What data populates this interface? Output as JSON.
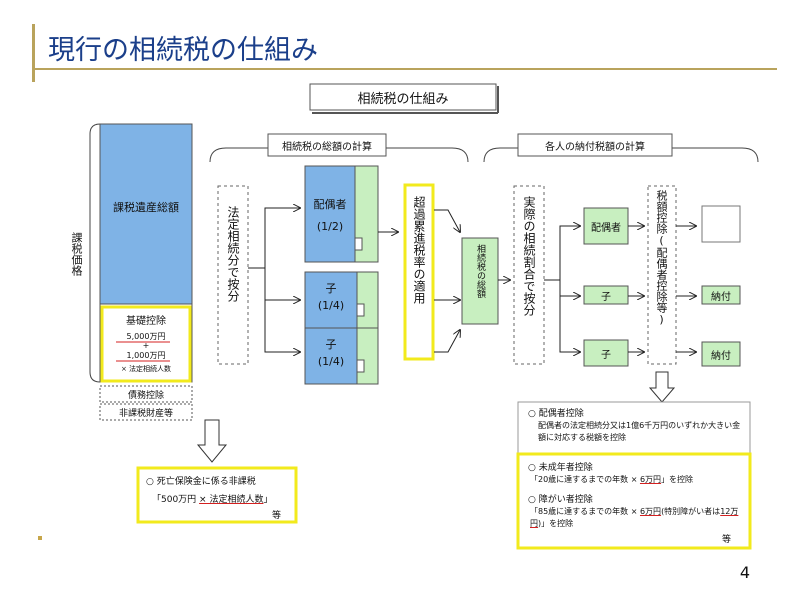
{
  "slide": {
    "title": "現行の相続税の仕組み",
    "page_number": "4"
  },
  "diagram": {
    "heading": "相続税の仕組み",
    "section_total": "相続税の総額の計算",
    "section_individual": "各人の納付税額の計算",
    "taxable_price": "課税価格",
    "taxable_estate": "課税遺産総額",
    "basic_deduction": {
      "title": "基礎控除",
      "amount1": "5,000万円",
      "plus": "+",
      "amount2": "1,000万円",
      "multiplier": "× 法定相続人数"
    },
    "debt_deduction": "債務控除",
    "nontaxable_property": "非課税財産等",
    "legal_share_division": "法定相続分で按分",
    "heirs": [
      {
        "label": "配偶者",
        "share": "(1/2)"
      },
      {
        "label": "子",
        "share": "(1/4)"
      },
      {
        "label": "子",
        "share": "(1/4)"
      }
    ],
    "progressive_rate": "超過累進税率の適用",
    "total_tax": "相続税の総額",
    "actual_division": "実際の相続割合で按分",
    "allocated": [
      "配偶者",
      "子",
      "子"
    ],
    "tax_credit": "税額控除(配偶者控除等)",
    "payments": [
      "",
      "納付",
      "納付"
    ]
  },
  "notes": {
    "life_insurance": {
      "title": "○ 死亡保険金に係る非課税",
      "formula_prefix": "「500万円 ",
      "formula_underlined": "× 法定相続人数",
      "formula_suffix": "」",
      "etc": "等"
    },
    "spouse": {
      "title": "○ 配偶者控除",
      "desc": "配偶者の法定相続分又は1億6千万円のいずれか大きい金額に対応する税額を控除"
    },
    "minor": {
      "title": "○ 未成年者控除",
      "desc_prefix": "「20歳に達するまでの年数 × ",
      "desc_underlined": "6万円",
      "desc_suffix": "」を控除"
    },
    "disability": {
      "title": "○ 障がい者控除",
      "desc_prefix": "「85歳に達するまでの年数 × ",
      "desc_underlined1": "6万円",
      "desc_middle": "(特別障がい者は",
      "desc_underlined2": "12万円",
      "desc_suffix": ")」を控除",
      "etc": "等"
    }
  },
  "colors": {
    "title_blue": "#1b3f8a",
    "gold": "#b9a35c",
    "estate_blue": "#7fb3e6",
    "green": "#c8efc0",
    "highlight_yellow": "#f2ea1c",
    "underline_red": "#d42020"
  }
}
